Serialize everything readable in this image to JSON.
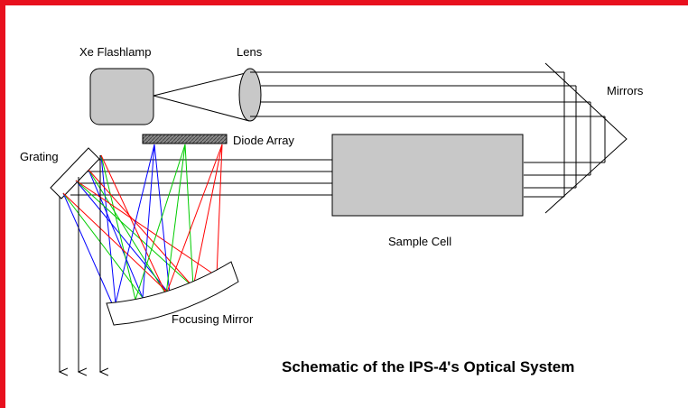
{
  "labels": {
    "xe_flashlamp": "Xe Flashlamp",
    "lens": "Lens",
    "mirrors": "Mirrors",
    "grating": "Grating",
    "diode_array": "Diode Array",
    "sample_cell": "Sample Cell",
    "focusing_mirror": "Focusing Mirror",
    "caption": "Schematic of the IPS-4's Optical System"
  },
  "colors": {
    "border": "#e8101e",
    "ray_blue": "#0000ff",
    "ray_green": "#00cc00",
    "ray_red": "#ff0000",
    "lamp_fill": "#c8c8c8",
    "diode_fill": "#8a8a8a"
  }
}
